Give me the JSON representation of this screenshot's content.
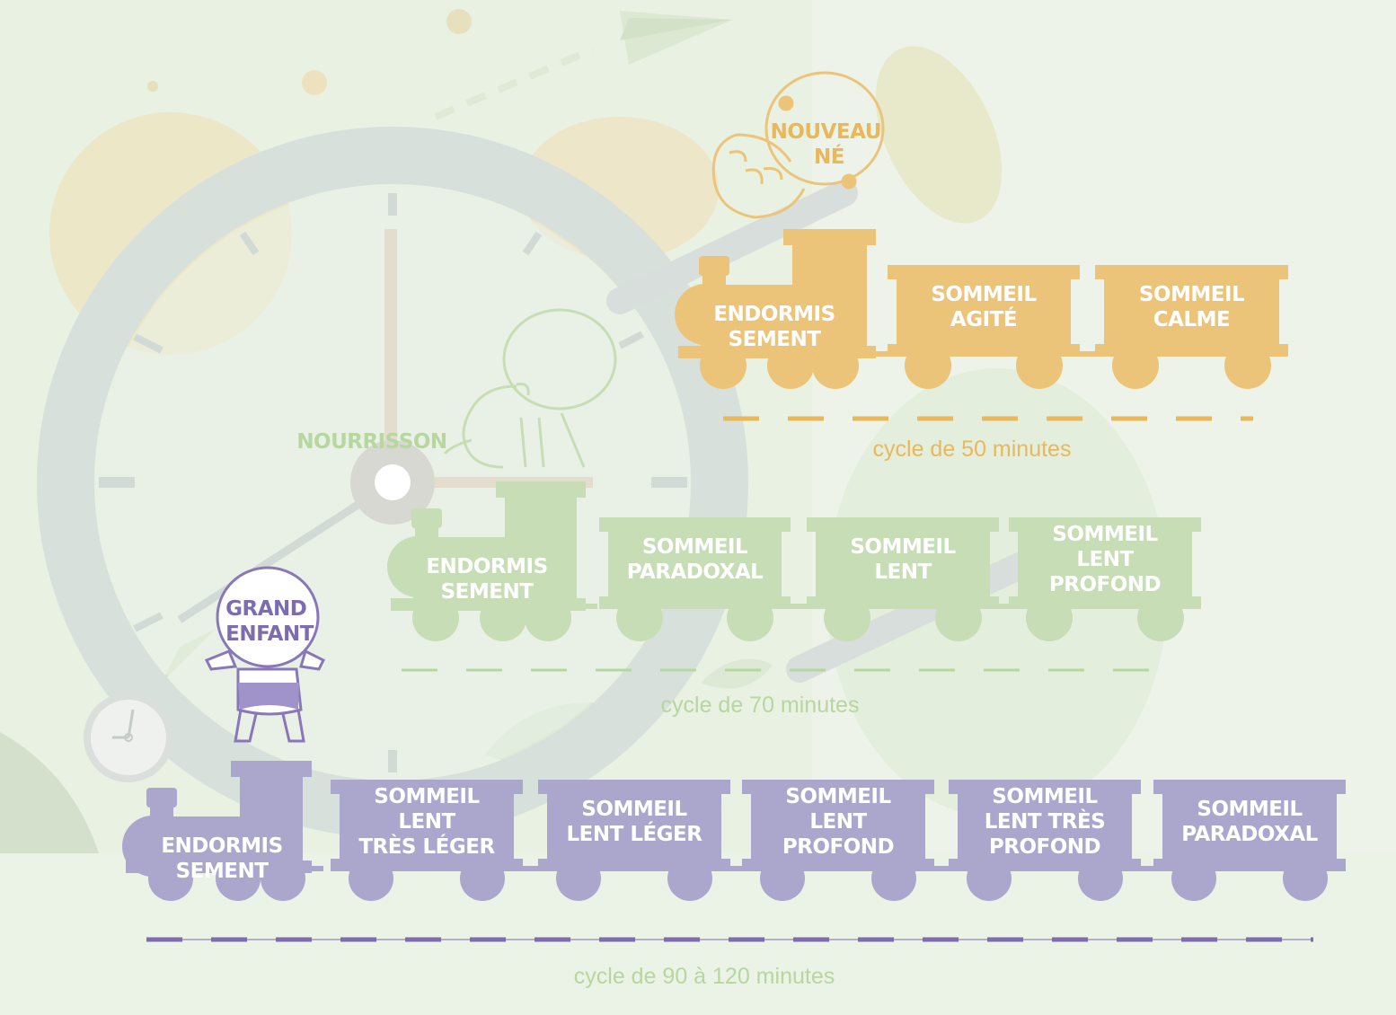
{
  "colors": {
    "background": "#e9f1e3",
    "newborn": "#ebc47a",
    "newborn_text": "#e8b85a",
    "infant": "#c7ddb6",
    "infant_text": "#b8d6a0",
    "child": "#aba6cb",
    "child_text": "#7d6db0"
  },
  "icons": [
    "alarm-clock-icon",
    "small-clock-icon",
    "paper-plane-icon",
    "leaf-icon",
    "baby-newborn-icon",
    "baby-crawling-icon",
    "child-standing-icon"
  ],
  "trains": [
    {
      "id": "newborn",
      "stage_lines": [
        "NOUVEAU",
        "NÉ"
      ],
      "cars": [
        {
          "lines": [
            "ENDORMIS",
            "SEMENT"
          ]
        },
        {
          "lines": [
            "SOMMEIL",
            "AGITÉ"
          ]
        },
        {
          "lines": [
            "SOMMEIL",
            "CALME"
          ]
        }
      ],
      "cycle": "cycle de 50 minutes"
    },
    {
      "id": "infant",
      "stage_lines": [
        "NOURRISSON"
      ],
      "cars": [
        {
          "lines": [
            "ENDORMIS",
            "SEMENT"
          ]
        },
        {
          "lines": [
            "SOMMEIL",
            "PARADOXAL"
          ]
        },
        {
          "lines": [
            "SOMMEIL",
            "LENT"
          ]
        },
        {
          "lines": [
            "SOMMEIL",
            "LENT",
            "PROFOND"
          ]
        }
      ],
      "cycle": "cycle de 70 minutes"
    },
    {
      "id": "child",
      "stage_lines": [
        "GRAND",
        "ENFANT"
      ],
      "cars": [
        {
          "lines": [
            "ENDORMIS",
            "SEMENT"
          ]
        },
        {
          "lines": [
            "SOMMEIL",
            "LENT",
            "TRÈS LÉGER"
          ]
        },
        {
          "lines": [
            "SOMMEIL",
            "LENT LÉGER"
          ]
        },
        {
          "lines": [
            "SOMMEIL",
            "LENT",
            "PROFOND"
          ]
        },
        {
          "lines": [
            "SOMMEIL",
            "LENT TRÈS",
            "PROFOND"
          ]
        },
        {
          "lines": [
            "SOMMEIL",
            "PARADOXAL"
          ]
        }
      ],
      "cycle": "cycle de 90 à 120 minutes"
    }
  ]
}
